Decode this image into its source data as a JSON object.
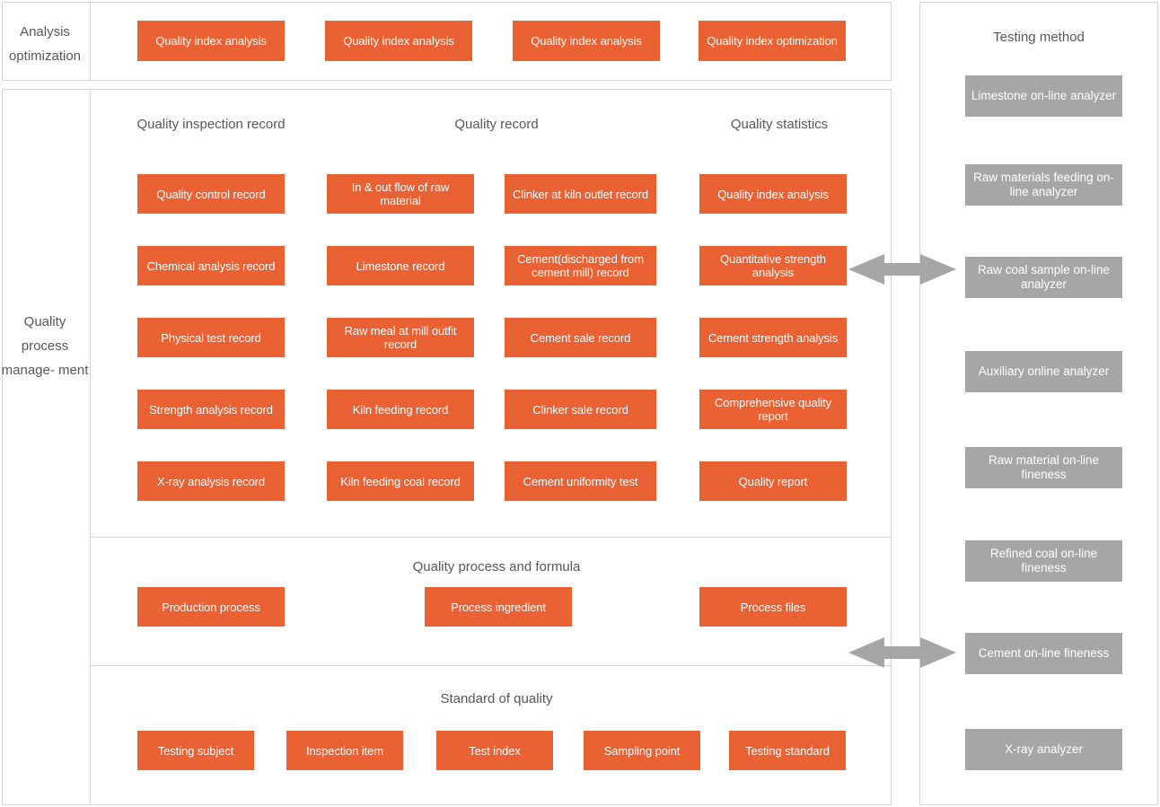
{
  "left_labels": {
    "analysis": "Analysis optimization",
    "process": "Quality process manage- ment"
  },
  "analysis_row": {
    "boxes": [
      "Quality index analysis",
      "Quality index analysis",
      "Quality index analysis",
      "Quality index optimization"
    ]
  },
  "records_section": {
    "headers": [
      "Quality inspection record",
      "Quality record",
      "Quality statistics"
    ],
    "columns": [
      [
        "Quality control record",
        "Chemical analysis record",
        "Physical test record",
        "Strength analysis record",
        "X-ray analysis record"
      ],
      [
        "In & out flow of raw material",
        "Limestone record",
        "Raw meal at mill outfit record",
        "Kiln feeding record",
        "Kiln feeding coal record"
      ],
      [
        "Clinker at kiln outlet record",
        "Cement(discharged from cement mill) record",
        "Cement sale record",
        "Clinker sale record",
        "Cement uniformity test"
      ],
      [
        "Quality index analysis",
        "Quantitative strength analysis",
        "Cement strength analysis",
        "Comprehensive quality report",
        "Quality report"
      ]
    ]
  },
  "formula_section": {
    "title": "Quality process and formula",
    "boxes": [
      "Production process",
      "Process ingredient",
      "Process files"
    ]
  },
  "standard_section": {
    "title": "Standard of quality",
    "boxes": [
      "Testing subject",
      "Inspection item",
      "Test index",
      "Sampling point",
      "Testing standard"
    ]
  },
  "testing_panel": {
    "title": "Testing method",
    "boxes": [
      "Limestone  on-line analyzer",
      "Raw materials feeding on-line analyzer",
      "Raw coal sample on-line analyzer",
      "Auxiliary online analyzer",
      "Raw material on-line fineness",
      "Refined coal on-line fineness",
      "Cement on-line fineness",
      "X-ray analyzer"
    ]
  },
  "colors": {
    "orange": "#EA6133",
    "gray": "#A6A6A6",
    "border": "#d5d5d5",
    "text": "#585858"
  }
}
